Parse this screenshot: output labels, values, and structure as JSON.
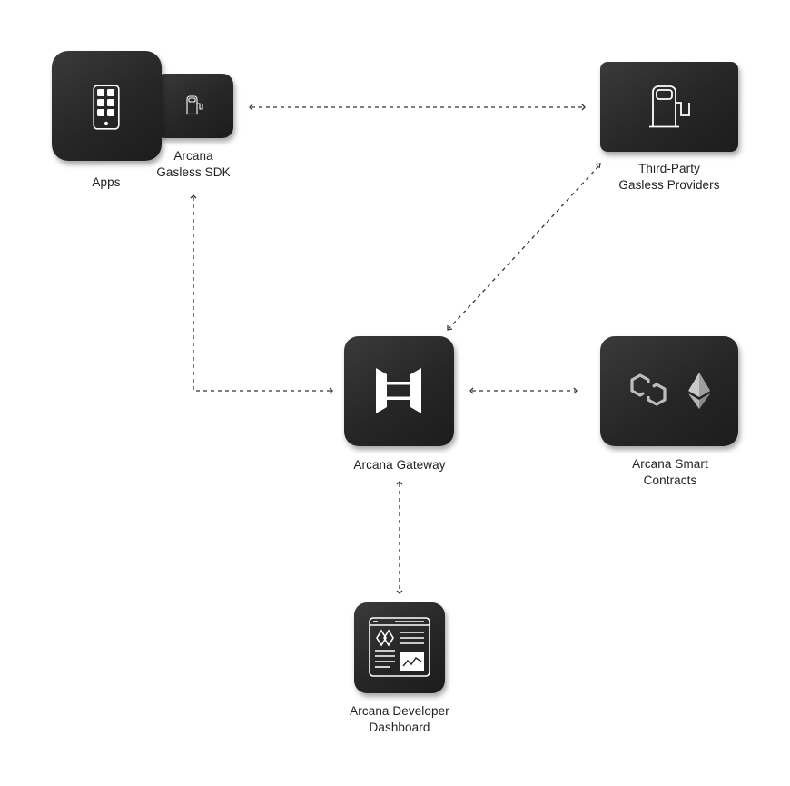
{
  "nodes": {
    "apps": {
      "label": "Apps",
      "icon": "smartphone-icon"
    },
    "sdk": {
      "label_line1": "Arcana",
      "label_line2": "Gasless SDK",
      "icon": "fuel-pump-icon"
    },
    "providers": {
      "label_line1": "Third-Party",
      "label_line2": "Gasless Providers",
      "icon": "fuel-pump-icon"
    },
    "gateway": {
      "label": "Arcana Gateway",
      "icon": "arcana-gateway-logo-icon"
    },
    "contracts": {
      "label_line1": "Arcana Smart",
      "label_line2": "Contracts",
      "icons": [
        "polygon-icon",
        "ethereum-icon"
      ]
    },
    "dashboard": {
      "label_line1": "Arcana Developer",
      "label_line2": "Dashboard",
      "icon": "dashboard-icon"
    }
  },
  "colors": {
    "tile": "#262626",
    "connector": "#333333",
    "icon_stroke": "#ffffff"
  }
}
